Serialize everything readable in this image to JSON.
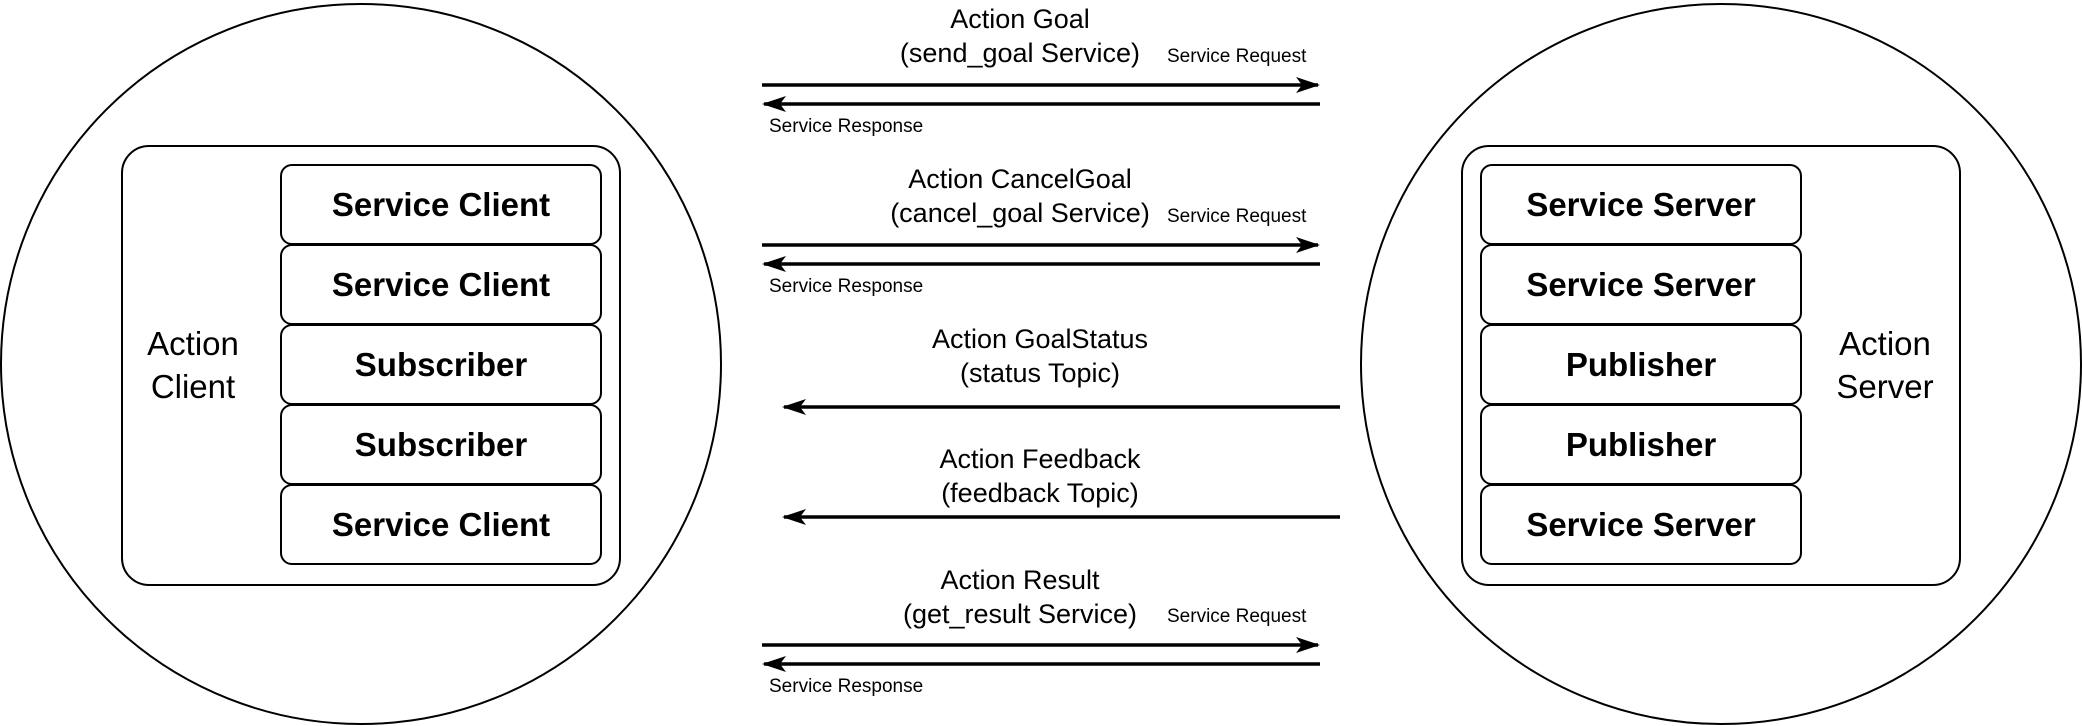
{
  "action_client": {
    "label_line1": "Action",
    "label_line2": "Client",
    "components": [
      "Service Client",
      "Service Client",
      "Subscriber",
      "Subscriber",
      "Service Client"
    ]
  },
  "action_server": {
    "label_line1": "Action",
    "label_line2": "Server",
    "components": [
      "Service Server",
      "Service Server",
      "Publisher",
      "Publisher",
      "Service Server"
    ]
  },
  "messages": {
    "goal": {
      "title_line1": "Action Goal",
      "title_line2": "(send_goal Service)",
      "request_label": "Service Request",
      "response_label": "Service Response"
    },
    "cancel": {
      "title_line1": "Action CancelGoal",
      "title_line2": "(cancel_goal Service)",
      "request_label": "Service Request",
      "response_label": "Service Response"
    },
    "status": {
      "title_line1": "Action GoalStatus",
      "title_line2": "(status Topic)"
    },
    "feedback": {
      "title_line1": "Action Feedback",
      "title_line2": "(feedback Topic)"
    },
    "result": {
      "title_line1": "Action Result",
      "title_line2": "(get_result Service)",
      "request_label": "Service Request",
      "response_label": "Service Response"
    }
  }
}
